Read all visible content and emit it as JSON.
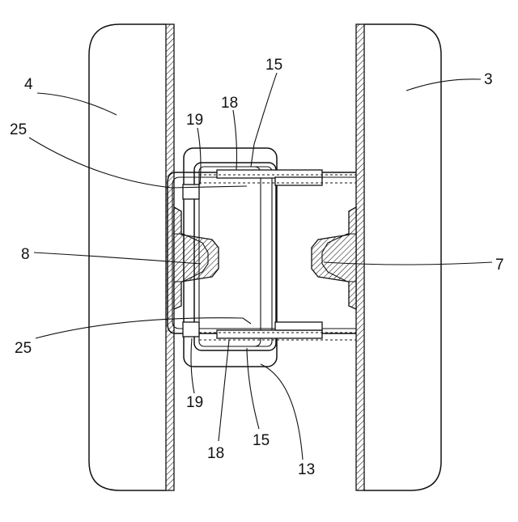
{
  "labels": {
    "l4": "4",
    "l3": "3",
    "l15_top": "15",
    "l18_top": "18",
    "l19_top": "19",
    "l25_top": "25",
    "l8": "8",
    "l7": "7",
    "l25_bot": "25",
    "l19_bot": "19",
    "l18_bot": "18",
    "l15_bot": "15",
    "l13": "13"
  },
  "colors": {
    "line": "#111111",
    "background": "#ffffff"
  }
}
